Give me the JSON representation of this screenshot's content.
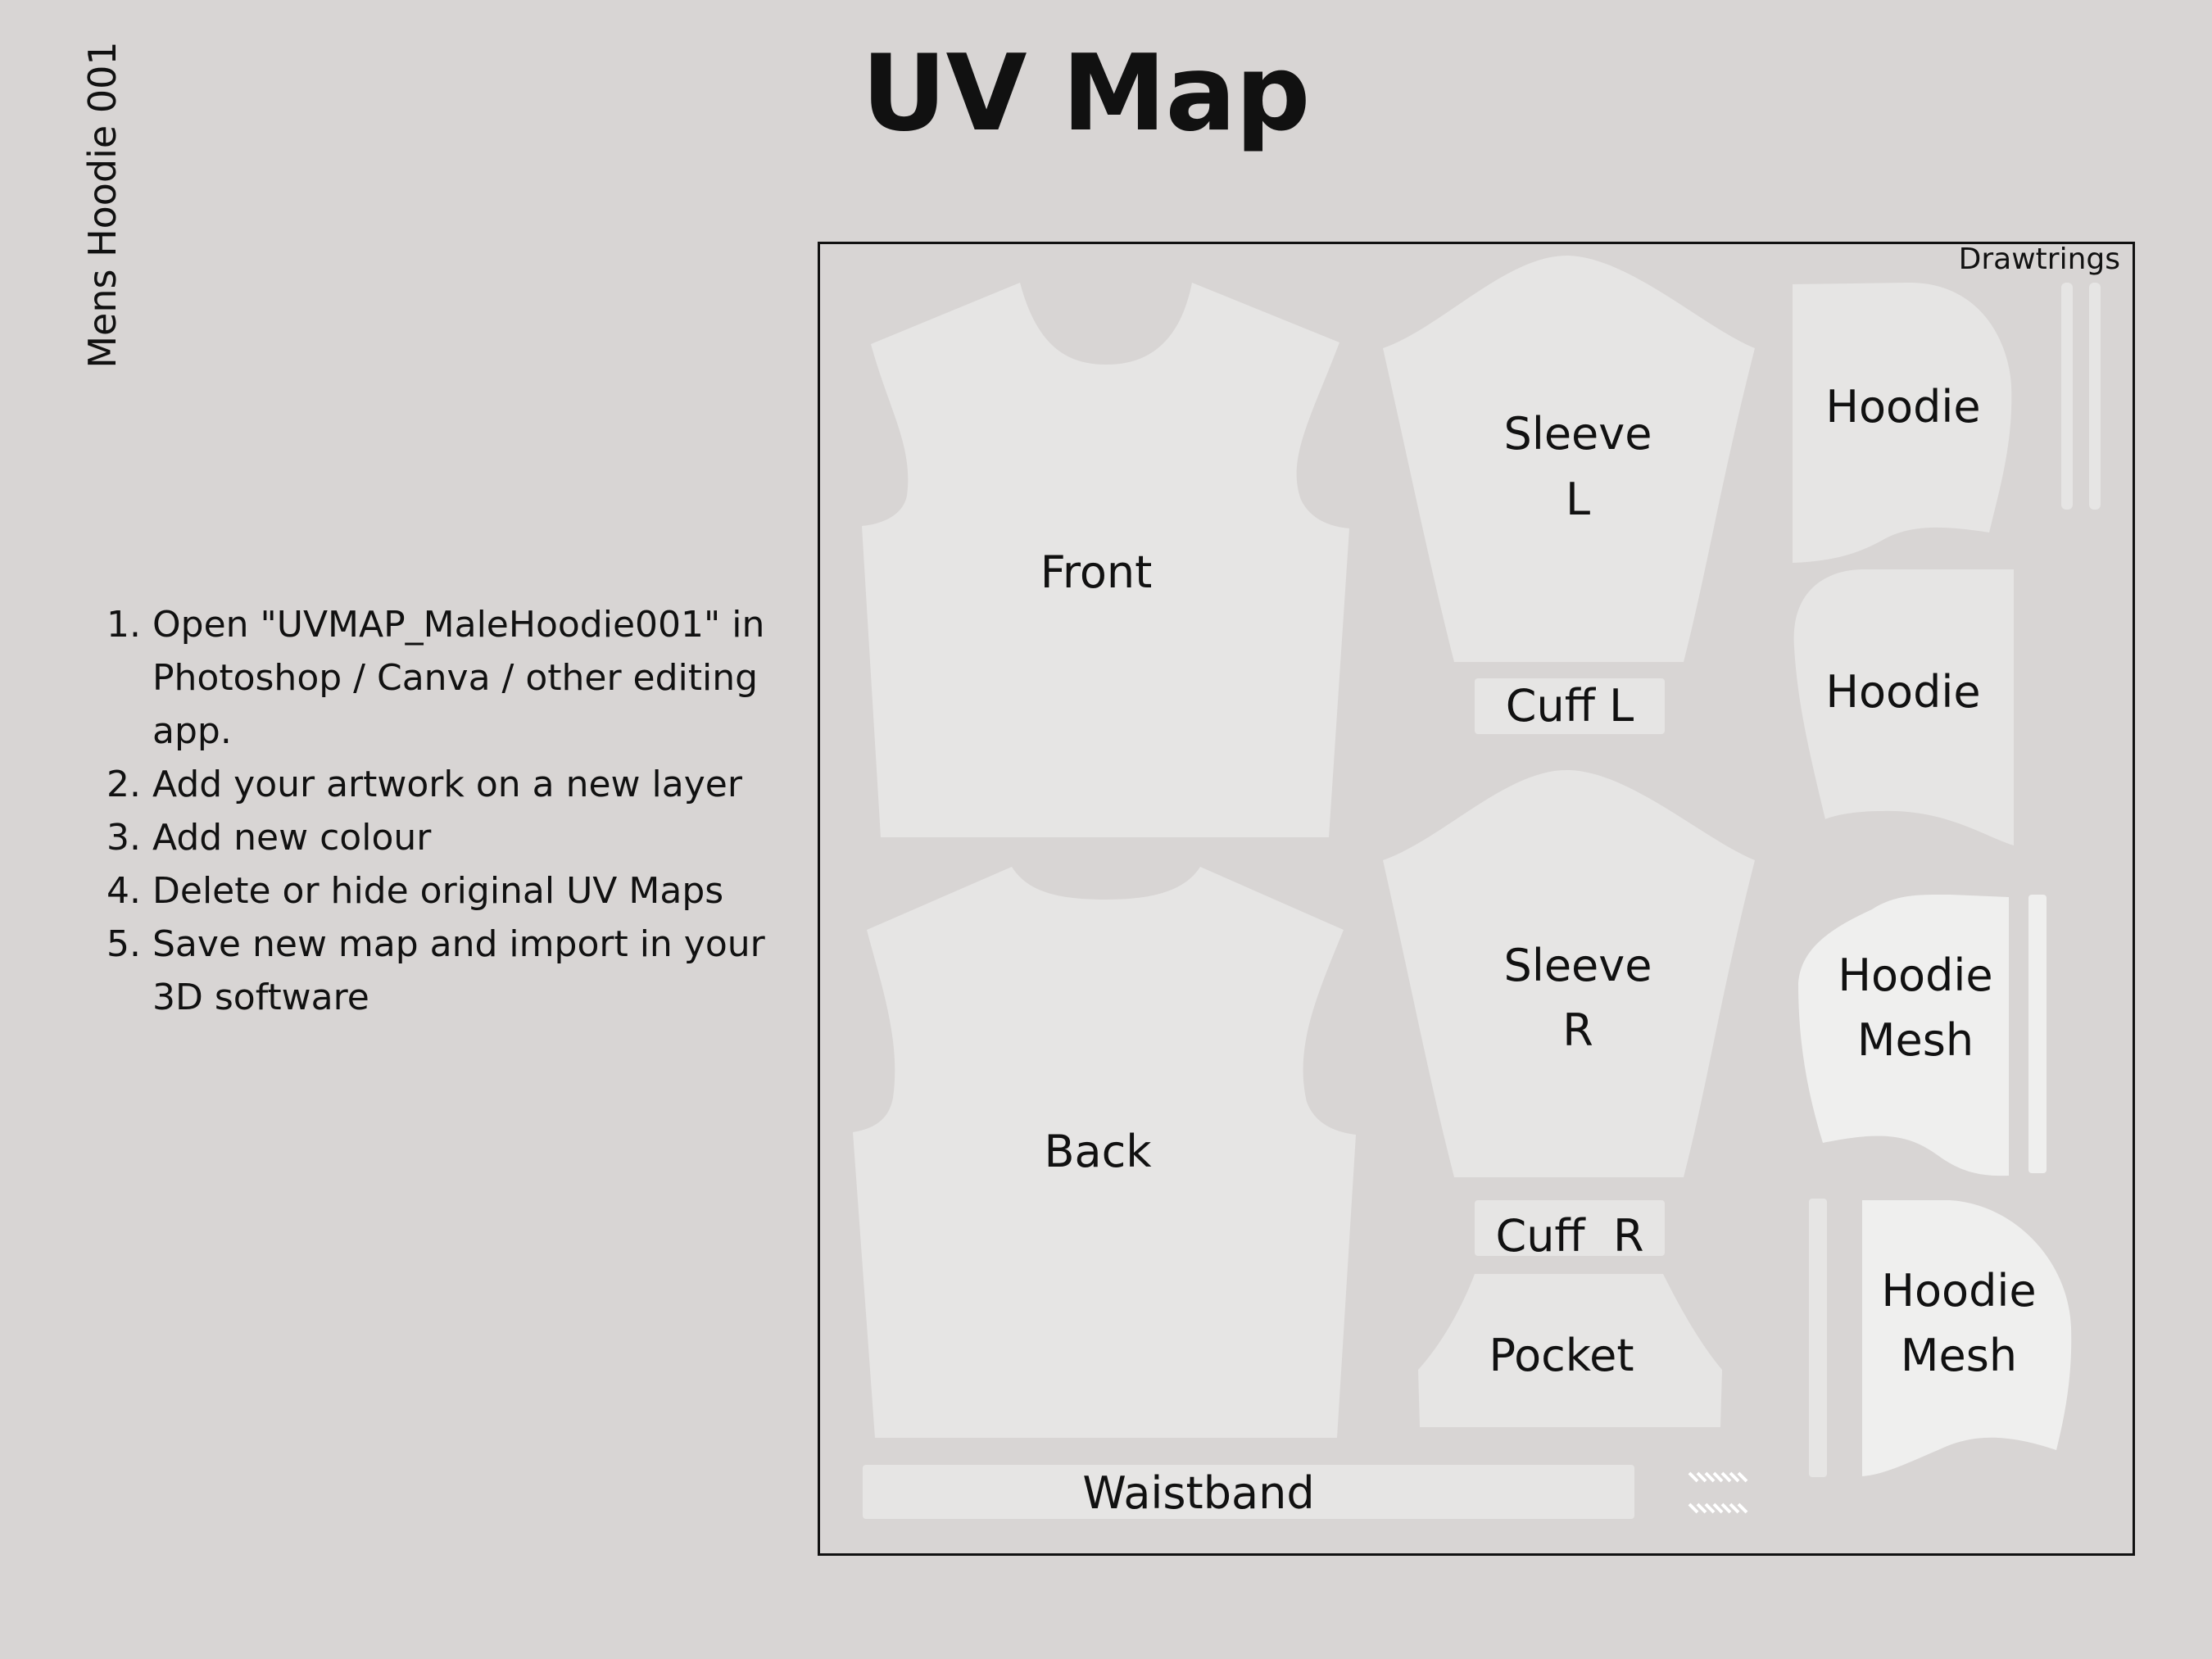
{
  "title": "UV Map",
  "side_label": "Mens Hoodie 001",
  "instructions": [
    {
      "num": "1.",
      "text": "Open \"UVMAP_MaleHoodie001\" in Photoshop / Canva / other editing app."
    },
    {
      "num": "2.",
      "text": "Add your artwork on a new layer"
    },
    {
      "num": "3.",
      "text": "Add new colour"
    },
    {
      "num": "4.",
      "text": "Delete or hide original UV Maps"
    },
    {
      "num": "5.",
      "text": "Save new map and import in your 3D software"
    }
  ],
  "pieces": {
    "front": "Front",
    "back": "Back",
    "sleeve_l": [
      "Sleeve",
      "L"
    ],
    "sleeve_r": [
      "Sleeve",
      "R"
    ],
    "cuff_l": "Cuff L",
    "cuff_r": "Cuff  R",
    "pocket": "Pocket",
    "waistband": "Waistband",
    "hoodie_1": "Hoodie",
    "hoodie_2": "Hoodie",
    "hoodie_mesh_1": [
      "Hoodie",
      "Mesh"
    ],
    "hoodie_mesh_2": [
      "Hoodie",
      "Mesh"
    ],
    "drawtrings": "Drawtrings"
  },
  "colors": {
    "background": "#d8d5d4",
    "piece_fill": "#e6e5e4",
    "mesh_fill": "#efefee",
    "frame": "#111111"
  }
}
